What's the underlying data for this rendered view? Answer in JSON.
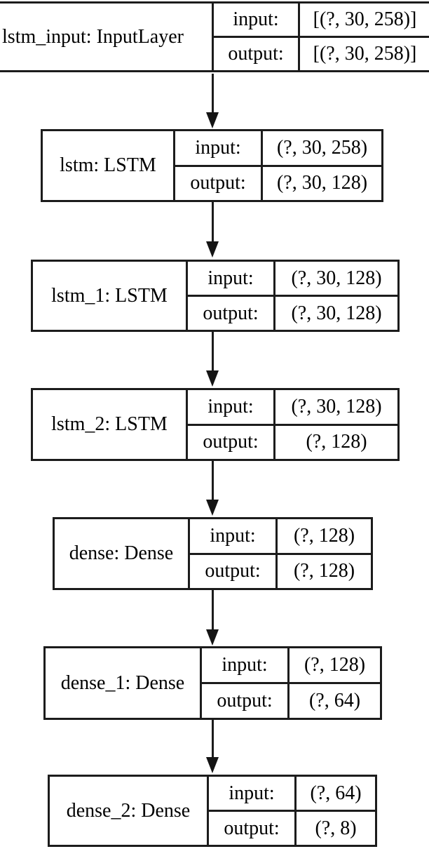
{
  "diagram": {
    "kind": "keras-model-architecture",
    "background_color": "#ffffff",
    "line_color": "#1c1c1c",
    "text_color": "#000000"
  },
  "nodes": [
    {
      "id": "lstm_input",
      "title": "lstm_input: InputLayer",
      "input_label": "input:",
      "output_label": "output:",
      "input_shape": "[(?, 30, 258)]",
      "output_shape": "[(?, 30, 258)]"
    },
    {
      "id": "lstm",
      "title": "lstm: LSTM",
      "input_label": "input:",
      "output_label": "output:",
      "input_shape": "(?, 30, 258)",
      "output_shape": "(?, 30, 128)"
    },
    {
      "id": "lstm_1",
      "title": "lstm_1: LSTM",
      "input_label": "input:",
      "output_label": "output:",
      "input_shape": "(?, 30, 128)",
      "output_shape": "(?, 30, 128)"
    },
    {
      "id": "lstm_2",
      "title": "lstm_2: LSTM",
      "input_label": "input:",
      "output_label": "output:",
      "input_shape": "(?, 30, 128)",
      "output_shape": "(?, 128)"
    },
    {
      "id": "dense",
      "title": "dense: Dense",
      "input_label": "input:",
      "output_label": "output:",
      "input_shape": "(?, 128)",
      "output_shape": "(?, 128)"
    },
    {
      "id": "dense_1",
      "title": "dense_1: Dense",
      "input_label": "input:",
      "output_label": "output:",
      "input_shape": "(?, 128)",
      "output_shape": "(?, 64)"
    },
    {
      "id": "dense_2",
      "title": "dense_2: Dense",
      "input_label": "input:",
      "output_label": "output:",
      "input_shape": "(?, 64)",
      "output_shape": "(?, 8)"
    }
  ],
  "edges": [
    {
      "from": "lstm_input",
      "to": "lstm"
    },
    {
      "from": "lstm",
      "to": "lstm_1"
    },
    {
      "from": "lstm_1",
      "to": "lstm_2"
    },
    {
      "from": "lstm_2",
      "to": "dense"
    },
    {
      "from": "dense",
      "to": "dense_1"
    },
    {
      "from": "dense_1",
      "to": "dense_2"
    }
  ]
}
